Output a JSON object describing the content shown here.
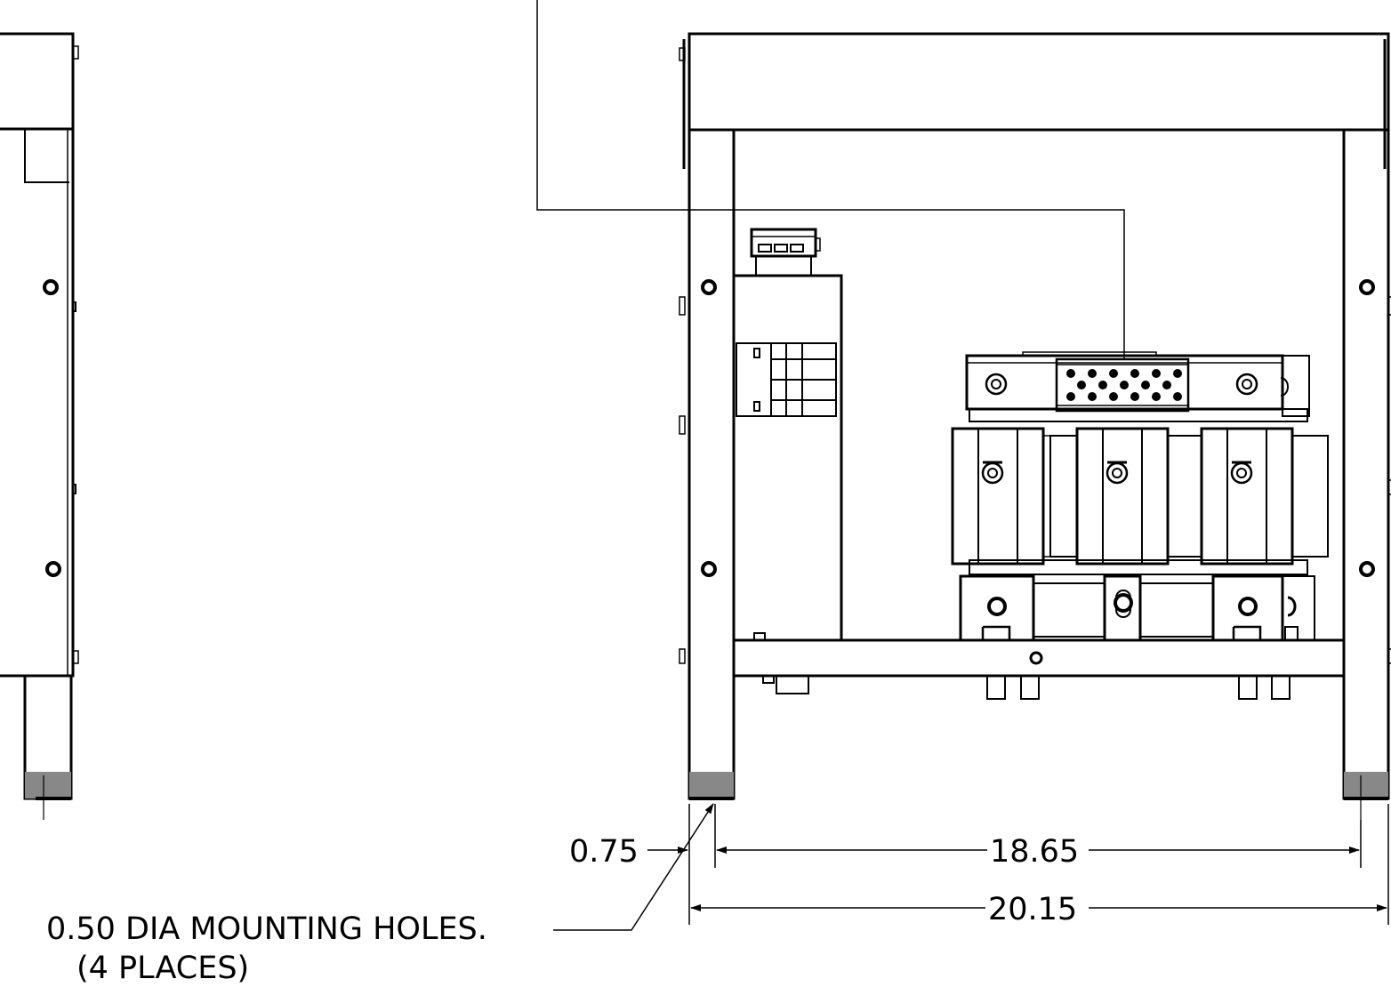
{
  "colors": {
    "line": "#000000",
    "background": "#ffffff"
  },
  "dimensions": {
    "edge_offset": "0.75",
    "hole_spacing": "18.65",
    "overall_width": "20.15"
  },
  "note": {
    "line1": "0.50 DIA MOUNTING HOLES.",
    "line2": "(4 PLACES)"
  }
}
